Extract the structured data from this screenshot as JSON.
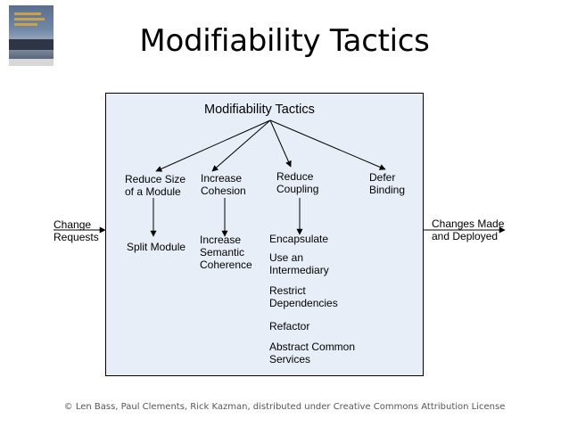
{
  "slide": {
    "title": "Modifiability Tactics",
    "footer": "© Len Bass, Paul Clements, Rick Kazman, distributed under Creative Commons Attribution License"
  },
  "diagram": {
    "root": "Modifiability Tactics",
    "input_label": "Change\nRequests",
    "output_label": "Changes Made\nand Deployed",
    "categories": [
      {
        "label": "Reduce Size\nof a Module",
        "tactics": [
          "Split Module"
        ]
      },
      {
        "label": "Increase\nCohesion",
        "tactics": [
          "Increase\nSemantic\nCoherence"
        ]
      },
      {
        "label": "Reduce\nCoupling",
        "tactics": [
          "Encapsulate",
          "Use an\nIntermediary",
          "Restrict\nDependencies",
          "Refactor",
          "Abstract Common\nServices"
        ]
      },
      {
        "label": "Defer\nBinding",
        "tactics": []
      }
    ]
  }
}
